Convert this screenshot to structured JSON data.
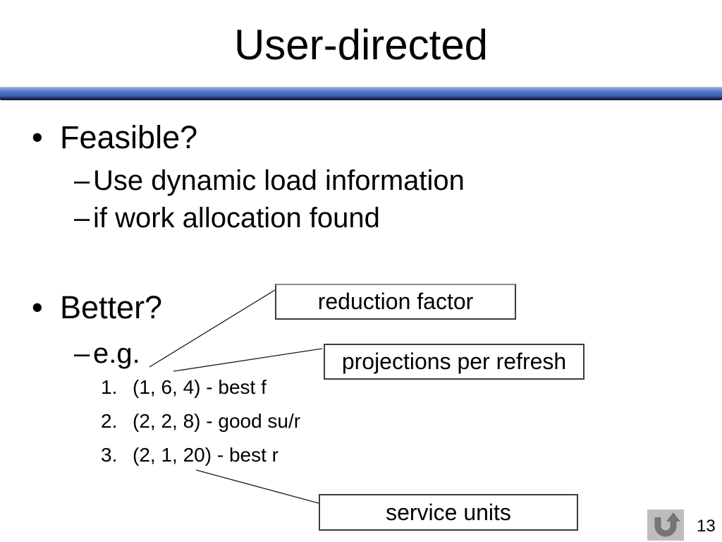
{
  "slide": {
    "title": "User-directed"
  },
  "content": {
    "bullets": [
      {
        "marker": "•",
        "label": "Feasible?",
        "sub": [
          {
            "marker": "–",
            "text": "Use dynamic load information"
          },
          {
            "marker": "–",
            "text": "if work allocation found"
          }
        ]
      },
      {
        "marker": "•",
        "label": "Better?",
        "sub": [
          {
            "marker": "–",
            "text": "e.g."
          }
        ],
        "numbered": [
          {
            "n": "1.",
            "text": "(1, 6, 4) - best f"
          },
          {
            "n": "2.",
            "text": "(2, 2, 8) - good su/r"
          },
          {
            "n": "3.",
            "text": "(2, 1, 20) - best r"
          }
        ]
      }
    ],
    "callouts": [
      {
        "label": "reduction factor"
      },
      {
        "label": "projections per refresh"
      },
      {
        "label": "service units"
      }
    ]
  },
  "footer": {
    "page_number": "13",
    "action_icon": "u-turn-arrow-icon"
  },
  "colors": {
    "accent_bar_top": "#aebfec",
    "accent_bar_mid": "#4a70d2",
    "accent_bar_bottom": "#0a0f24",
    "text": "#000000",
    "callout_border": "#3c3c3c",
    "connector_line": "#1a1a1a",
    "action_button_bg": "#bdbdbd",
    "action_button_arrow": "#757575"
  }
}
